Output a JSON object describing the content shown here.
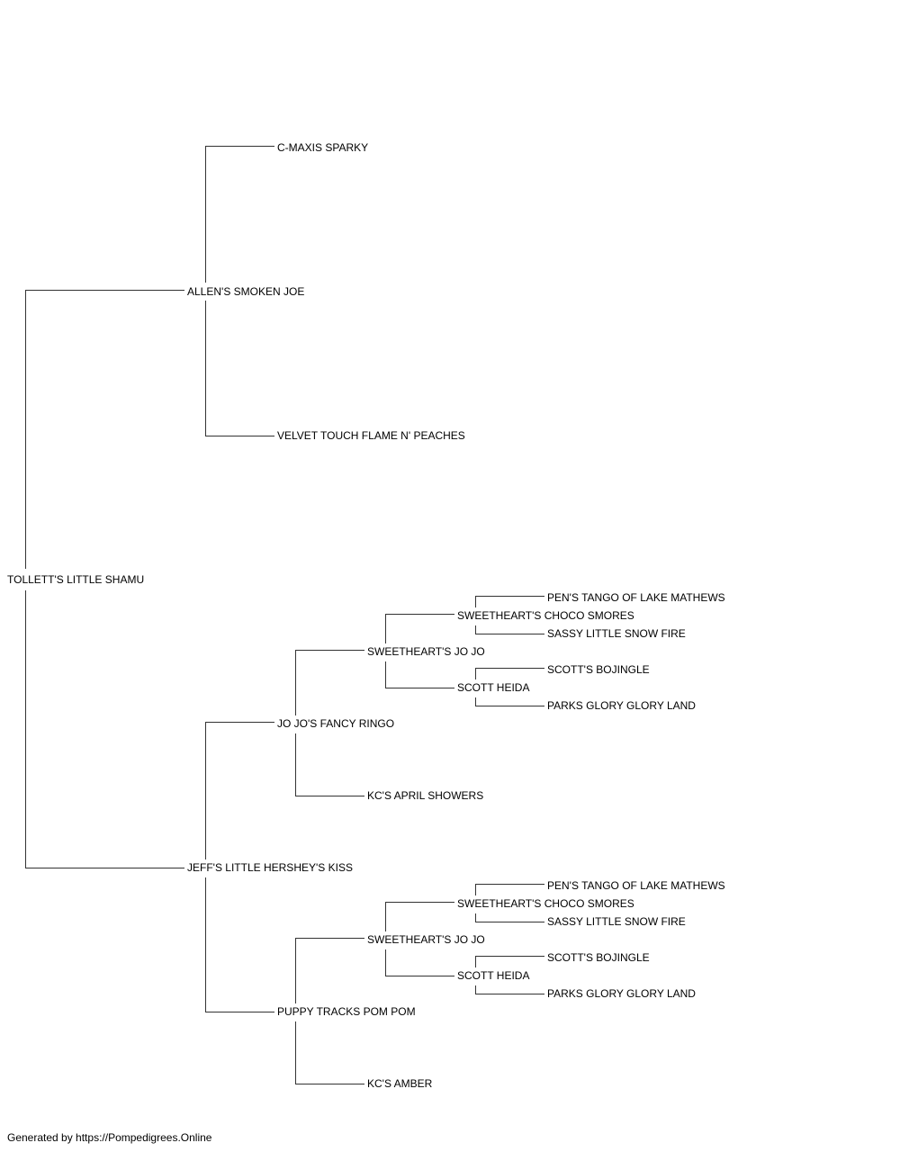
{
  "pedigree": {
    "subject": "TOLLETT'S LITTLE SHAMU",
    "sire": "ALLEN'S SMOKEN JOE",
    "sire_sire": "C-MAXIS SPARKY",
    "sire_dam": "VELVET TOUCH FLAME N' PEACHES",
    "dam": "JEFF'S LITTLE HERSHEY'S KISS",
    "dam_sire": "JO JO'S FANCY RINGO",
    "dam_sire_sire": "SWEETHEART'S JO JO",
    "dam_sire_sire_sire": "SWEETHEART'S CHOCO SMORES",
    "dam_sire_sire_sire_sire": "PEN'S TANGO OF LAKE MATHEWS",
    "dam_sire_sire_sire_dam": "SASSY LITTLE SNOW FIRE",
    "dam_sire_sire_dam": "SCOTT HEIDA",
    "dam_sire_sire_dam_sire": "SCOTT'S BOJINGLE",
    "dam_sire_sire_dam_dam": "PARKS GLORY GLORY LAND",
    "dam_sire_dam": "KC'S APRIL SHOWERS",
    "dam_dam": "PUPPY TRACKS POM POM",
    "dam_dam_sire": "SWEETHEART'S JO JO",
    "dam_dam_sire_sire": "SWEETHEART'S CHOCO SMORES",
    "dam_dam_sire_sire_sire": "PEN'S TANGO OF LAKE MATHEWS",
    "dam_dam_sire_sire_dam": "SASSY LITTLE SNOW FIRE",
    "dam_dam_sire_dam": "SCOTT HEIDA",
    "dam_dam_sire_dam_sire": "SCOTT'S BOJINGLE",
    "dam_dam_sire_dam_dam": "PARKS GLORY GLORY LAND",
    "dam_dam_dam": "KC'S AMBER"
  },
  "footer": "Generated by https://Pompedigrees.Online",
  "colors": {
    "line": "#333333",
    "text": "#000000"
  }
}
